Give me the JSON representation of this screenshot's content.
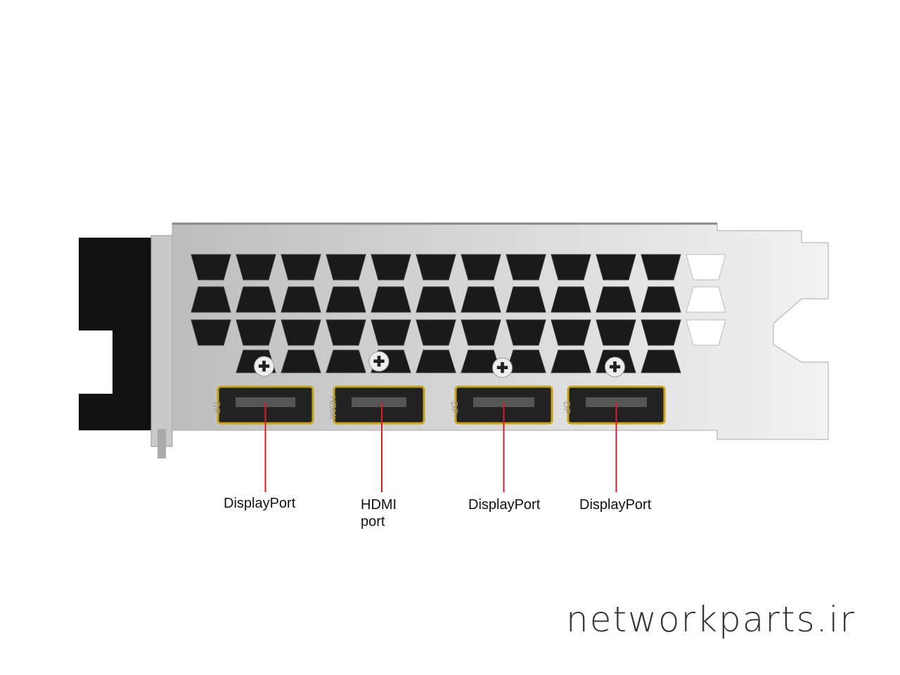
{
  "image": {
    "subject": "graphics-card-io-bracket",
    "ports": [
      {
        "label": "DisplayPort",
        "bracket_marking": "DP"
      },
      {
        "label": "HDMI\nport",
        "bracket_marking": "HDMI"
      },
      {
        "label": "DisplayPort",
        "bracket_marking": "DP"
      },
      {
        "label": "DisplayPort",
        "bracket_marking": "DP"
      }
    ],
    "callout_color": "#d81e1e",
    "port_trim_color": "#c8a317"
  },
  "watermark": "networkparts.ir"
}
